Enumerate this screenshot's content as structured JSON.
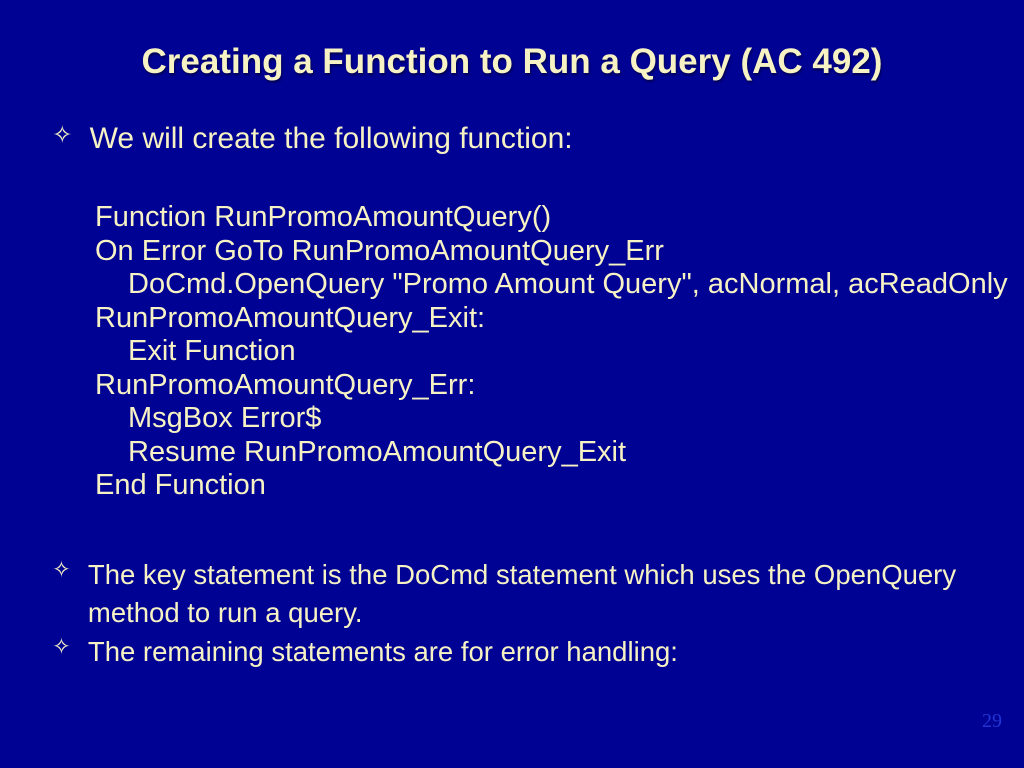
{
  "slide": {
    "title": "Creating a Function to Run a Query (AC 492)",
    "page_number": "29",
    "bullet_icon": "✧",
    "colors": {
      "background": "#000293",
      "text": "#F6F2C4",
      "page_number": "#2334D2"
    }
  },
  "bullets": [
    {
      "text": "We will create the following function:"
    },
    {
      "text": "The key statement is the DoCmd statement which uses the OpenQuery method to run a query."
    },
    {
      "text": "The remaining statements are for error handling:"
    }
  ],
  "code": {
    "lines": [
      "Function RunPromoAmountQuery()",
      "On Error GoTo RunPromoAmountQuery_Err",
      "DoCmd.OpenQuery \"Promo Amount Query\", acNormal, acReadOnly",
      "RunPromoAmountQuery_Exit:",
      "Exit Function",
      "RunPromoAmountQuery_Err:",
      "MsgBox Error$",
      "Resume RunPromoAmountQuery_Exit",
      "End Function"
    ]
  }
}
